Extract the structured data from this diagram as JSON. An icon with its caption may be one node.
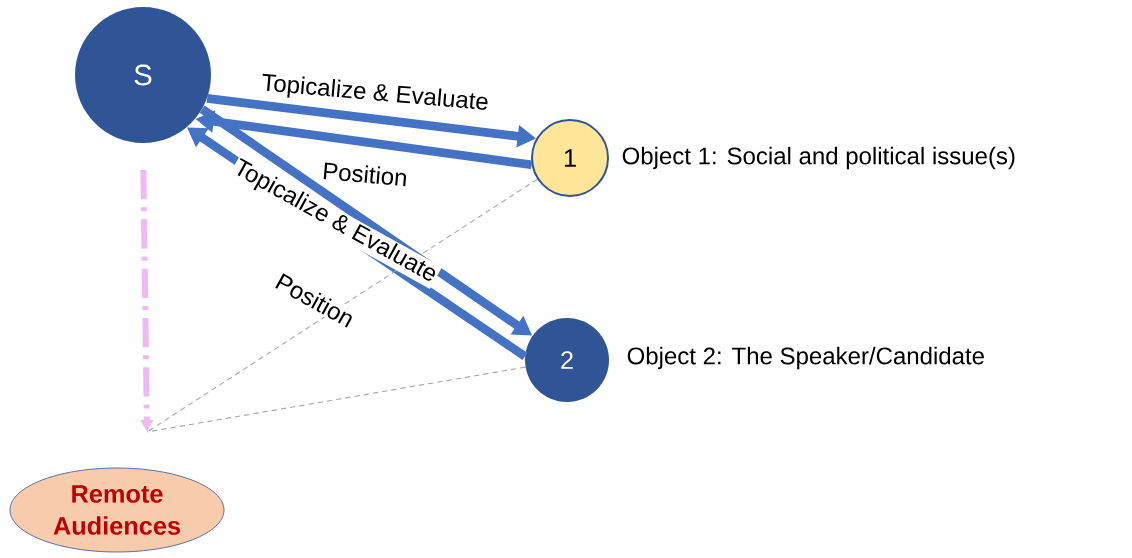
{
  "diagram": {
    "nodes": [
      {
        "text": [
          "S"
        ]
      },
      {
        "text": [
          "1"
        ],
        "beside": [
          "Object 1: Social and political issue(s)"
        ]
      },
      {
        "text": [
          "2"
        ],
        "beside": [
          "Object 2: The Speaker/Candidate"
        ]
      },
      {
        "text": [
          "Remote Audiences"
        ]
      }
    ],
    "edges": [
      {
        "from": 0,
        "to": 1,
        "arrow": "to",
        "label": "Topicalize & Evaluate"
      },
      {
        "from": 1,
        "to": 0,
        "arrow": "to",
        "label": "Position"
      },
      {
        "from": 0,
        "to": 2,
        "arrow": "to",
        "label": "Topicalize & Evaluate"
      },
      {
        "from": 2,
        "to": 0,
        "arrow": "to",
        "label": "Position"
      },
      {
        "from": 0,
        "to": null,
        "arrow": "to",
        "style": "dashed",
        "color": "#f0b8f5"
      },
      {
        "from": 1,
        "to": null,
        "arrow": "none",
        "style": "dashed",
        "color": "#a6a6a6"
      },
      {
        "from": 2,
        "to": null,
        "arrow": "none",
        "style": "dashed",
        "color": "#a6a6a6"
      }
    ]
  }
}
